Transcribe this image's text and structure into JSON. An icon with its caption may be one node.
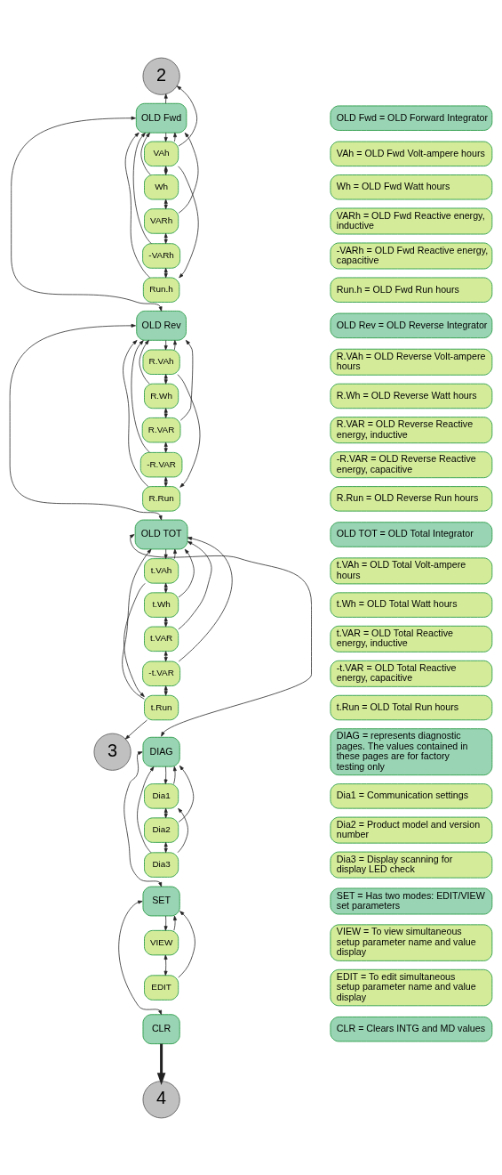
{
  "diagram": {
    "nodes": [
      {
        "text": [
          "2"
        ]
      },
      {
        "text": [
          "OLD Fwd"
        ]
      },
      {
        "text": [
          "VAh"
        ]
      },
      {
        "text": [
          "Wh"
        ]
      },
      {
        "text": [
          "VARh"
        ]
      },
      {
        "text": [
          "-VARh"
        ]
      },
      {
        "text": [
          "Run.h"
        ]
      },
      {
        "text": [
          "OLD Rev"
        ]
      },
      {
        "text": [
          "R.VAh"
        ]
      },
      {
        "text": [
          "R.Wh"
        ]
      },
      {
        "text": [
          "R.VAR"
        ]
      },
      {
        "text": [
          "-R.VAR"
        ]
      },
      {
        "text": [
          "R.Run"
        ]
      },
      {
        "text": [
          "OLD TOT"
        ]
      },
      {
        "text": [
          "t.VAh"
        ]
      },
      {
        "text": [
          "t.Wh"
        ]
      },
      {
        "text": [
          "t.VAR"
        ]
      },
      {
        "text": [
          "-t.VAR"
        ]
      },
      {
        "text": [
          "t.Run"
        ]
      },
      {
        "text": [
          "3"
        ]
      },
      {
        "text": [
          "DIAG"
        ]
      },
      {
        "text": [
          "Dia1"
        ]
      },
      {
        "text": [
          "Dia2"
        ]
      },
      {
        "text": [
          "Dia3"
        ]
      },
      {
        "text": [
          "SET"
        ]
      },
      {
        "text": [
          "VIEW"
        ]
      },
      {
        "text": [
          "EDIT"
        ]
      },
      {
        "text": [
          "CLR"
        ]
      },
      {
        "text": [
          "4"
        ]
      },
      {
        "text": [
          "OLD Fwd = OLD Forward Integrator"
        ]
      },
      {
        "text": [
          "VAh = OLD Fwd Volt-ampere hours"
        ]
      },
      {
        "text": [
          "Wh = OLD Fwd Watt hours"
        ]
      },
      {
        "text": [
          "VARh = OLD Fwd Reactive energy, inductive"
        ]
      },
      {
        "text": [
          "-VARh = OLD Fwd Reactive energy, capacitive"
        ]
      },
      {
        "text": [
          "Run.h = OLD Fwd Run hours"
        ]
      },
      {
        "text": [
          "OLD Rev = OLD Reverse Integrator"
        ]
      },
      {
        "text": [
          "R.VAh = OLD Reverse Volt-ampere hours"
        ]
      },
      {
        "text": [
          "R.Wh = OLD Reverse Watt hours"
        ]
      },
      {
        "text": [
          "R.VAR = OLD Reverse Reactive energy, inductive"
        ]
      },
      {
        "text": [
          "-R.VAR = OLD Reverse Reactive energy, capacitive"
        ]
      },
      {
        "text": [
          "R.Run = OLD Reverse Run hours"
        ]
      },
      {
        "text": [
          "OLD TOT = OLD Total Integrator"
        ]
      },
      {
        "text": [
          "t.VAh = OLD Total Volt-ampere hours"
        ]
      },
      {
        "text": [
          "t.Wh = OLD Total Watt hours"
        ]
      },
      {
        "text": [
          "t.VAR = OLD Total Reactive energy, inductive"
        ]
      },
      {
        "text": [
          "-t.VAR = OLD Total Reactive energy, capacitive"
        ]
      },
      {
        "text": [
          "t.Run = OLD Total Run hours"
        ]
      },
      {
        "text": [
          "DIAG = represents diagnostic pages. The values contained in these pages are for factory testing only"
        ]
      },
      {
        "text": [
          "Dia1 = Communication settings"
        ]
      },
      {
        "text": [
          "Dia2 = Product model and version number"
        ]
      },
      {
        "text": [
          "Dia3 = Display scanning for display LED check"
        ]
      },
      {
        "text": [
          "SET = Has two modes: EDIT/VIEW set parameters"
        ]
      },
      {
        "text": [
          "VIEW = To view simultaneous setup parameter name and value display"
        ]
      },
      {
        "text": [
          "EDIT = To edit simultaneous setup parameter name and value display"
        ]
      },
      {
        "text": [
          "CLR = Clears INTG and MD values"
        ]
      }
    ],
    "edges": [
      {
        "from": 1,
        "to": 0,
        "arrow": "to"
      },
      {
        "from": 2,
        "to": 0,
        "arrow": "to"
      },
      {
        "from": 2,
        "to": 6,
        "arrow": "to"
      },
      {
        "from": 1,
        "to": 2,
        "arrow": "to"
      },
      {
        "from": 2,
        "to": 1,
        "arrow": "to"
      },
      {
        "from": 3,
        "to": 1,
        "arrow": "to"
      },
      {
        "from": 4,
        "to": 1,
        "arrow": "to"
      },
      {
        "from": 5,
        "to": 1,
        "arrow": "to"
      },
      {
        "from": 6,
        "to": 1,
        "arrow": "to"
      },
      {
        "from": 2,
        "to": 3,
        "arrow": "both"
      },
      {
        "from": 3,
        "to": 4,
        "arrow": "both"
      },
      {
        "from": 4,
        "to": 5,
        "arrow": "both"
      },
      {
        "from": 5,
        "to": 6,
        "arrow": "both"
      },
      {
        "from": 1,
        "to": 7,
        "arrow": "both"
      },
      {
        "from": 8,
        "to": 12,
        "arrow": "to"
      },
      {
        "from": 7,
        "to": 8,
        "arrow": "to"
      },
      {
        "from": 8,
        "to": 7,
        "arrow": "to"
      },
      {
        "from": 9,
        "to": 7,
        "arrow": "to"
      },
      {
        "from": 10,
        "to": 7,
        "arrow": "to"
      },
      {
        "from": 11,
        "to": 7,
        "arrow": "to"
      },
      {
        "from": 12,
        "to": 7,
        "arrow": "to"
      },
      {
        "from": 8,
        "to": 9,
        "arrow": "both"
      },
      {
        "from": 9,
        "to": 10,
        "arrow": "both"
      },
      {
        "from": 10,
        "to": 11,
        "arrow": "both"
      },
      {
        "from": 11,
        "to": 12,
        "arrow": "both"
      },
      {
        "from": 7,
        "to": 13,
        "arrow": "both"
      },
      {
        "from": 14,
        "to": 18,
        "arrow": "to"
      },
      {
        "from": 13,
        "to": 14,
        "arrow": "to"
      },
      {
        "from": 14,
        "to": 13,
        "arrow": "to"
      },
      {
        "from": 15,
        "to": 13,
        "arrow": "to"
      },
      {
        "from": 16,
        "to": 13,
        "arrow": "to"
      },
      {
        "from": 17,
        "to": 13,
        "arrow": "to"
      },
      {
        "from": 18,
        "to": 13,
        "arrow": "to"
      },
      {
        "from": 14,
        "to": 15,
        "arrow": "both"
      },
      {
        "from": 15,
        "to": 16,
        "arrow": "both"
      },
      {
        "from": 16,
        "to": 17,
        "arrow": "both"
      },
      {
        "from": 17,
        "to": 18,
        "arrow": "both"
      },
      {
        "from": 18,
        "to": 19,
        "arrow": "to"
      },
      {
        "from": 13,
        "to": 20,
        "arrow": "both"
      },
      {
        "from": 20,
        "to": 21,
        "arrow": "to"
      },
      {
        "from": 21,
        "to": 20,
        "arrow": "to"
      },
      {
        "from": 22,
        "to": 20,
        "arrow": "to"
      },
      {
        "from": 23,
        "to": 20,
        "arrow": "to"
      },
      {
        "from": 21,
        "to": 22,
        "arrow": "both"
      },
      {
        "from": 22,
        "to": 23,
        "arrow": "both"
      },
      {
        "from": 23,
        "to": 21,
        "arrow": "to"
      },
      {
        "from": 20,
        "to": 24,
        "arrow": "both"
      },
      {
        "from": 24,
        "to": 25,
        "arrow": "to"
      },
      {
        "from": 25,
        "to": 24,
        "arrow": "to"
      },
      {
        "from": 26,
        "to": 24,
        "arrow": "to"
      },
      {
        "from": 25,
        "to": 26,
        "arrow": "both"
      },
      {
        "from": 24,
        "to": 27,
        "arrow": "both"
      },
      {
        "from": 27,
        "to": 28,
        "arrow": "to",
        "style": "thick"
      }
    ]
  }
}
